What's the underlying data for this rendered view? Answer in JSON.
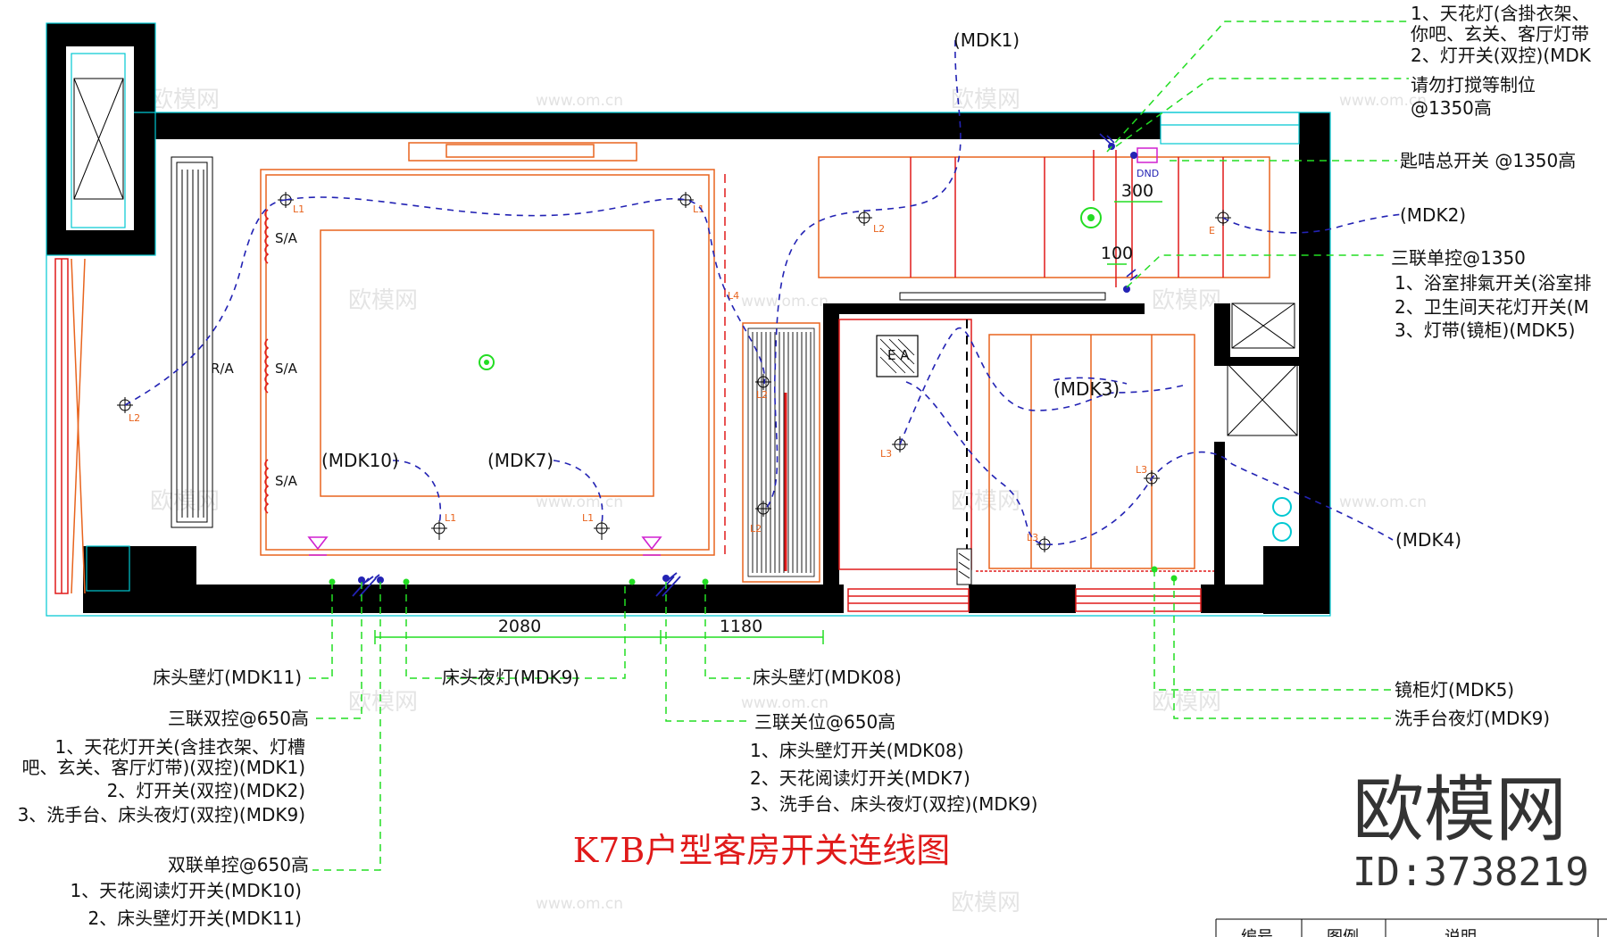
{
  "drawing": {
    "title": "K7B户型客房开关连线图",
    "dimensions": {
      "d2080": "2080",
      "d1180": "1180",
      "d300": "300",
      "d100": "100"
    },
    "room_tags": {
      "ra": "R/A",
      "sa1": "S/A",
      "sa2": "S/A",
      "sa3": "S/A",
      "ea": "E A"
    },
    "fixture_tags": {
      "L1": "L1",
      "L2": "L2",
      "L3": "L3",
      "L4": "L4",
      "E": "E",
      "dnd": "DND"
    },
    "circuits": {
      "mdk1": "(MDK1)",
      "mdk2": "(MDK2)",
      "mdk3": "(MDK3)",
      "mdk4": "(MDK4)",
      "mdk10": "(MDK10)",
      "mdk7": "(MDK7)"
    },
    "top_right_notes": {
      "line1": "1、天花灯(含掛衣架、",
      "line2": "你吧、玄关、客厅灯带",
      "line3": "2、灯开关(双控)(MDK",
      "dnd_label": "请勿打搅等制位",
      "dnd_height": "@1350高",
      "master": "匙咭总开关 @1350高",
      "triple": "三联单控@1350",
      "triple_1": "1、浴室排氣开关(浴室排",
      "triple_2": "2、卫生间天花灯开关(M",
      "triple_3": "3、灯带(镜柜)(MDK5)"
    },
    "bottom_left_notes": {
      "mdk11": "床头壁灯(MDK11)",
      "triple_dual": "三联双控@650高",
      "td_1a": "1、天花灯开关(含挂衣架、灯槽",
      "td_1b": "吧、玄关、客厅灯带)(双控)(MDK1)",
      "td_2": "2、灯开关(双控)(MDK2)",
      "td_3": "3、洗手台、床头夜灯(双控)(MDK9)",
      "double_single": "双联单控@650高",
      "ds_1": "1、天花阅读灯开关(MDK10)",
      "ds_2": "2、床头壁灯开关(MDK11)"
    },
    "bottom_mid_notes": {
      "mdk9": "床头夜灯(MDK9)",
      "mdk08": "床头壁灯(MDK08)",
      "triple_pos": "三联关位@650高",
      "tp_1": "1、床头壁灯开关(MDK08)",
      "tp_2": "2、天花阅读灯开关(MDK7)",
      "tp_3": "3、洗手台、床头夜灯(双控)(MDK9)"
    },
    "bottom_right_notes": {
      "mirror": "镜柜灯(MDK5)",
      "sink": "洗手台夜灯(MDK9)"
    },
    "table_headers": {
      "h1": "编号",
      "h2": "图例",
      "h3": "说明"
    }
  },
  "watermark": {
    "cn": "欧模网",
    "url": "www.om.cn",
    "logo": "欧模网",
    "id": "ID:3738219"
  },
  "colors": {
    "wall": "#000000",
    "outline": "#00c8d2",
    "furniture": "#e8641e",
    "red": "#e01a1a",
    "leader": "#22dd22",
    "wiring": "#2323b4"
  }
}
